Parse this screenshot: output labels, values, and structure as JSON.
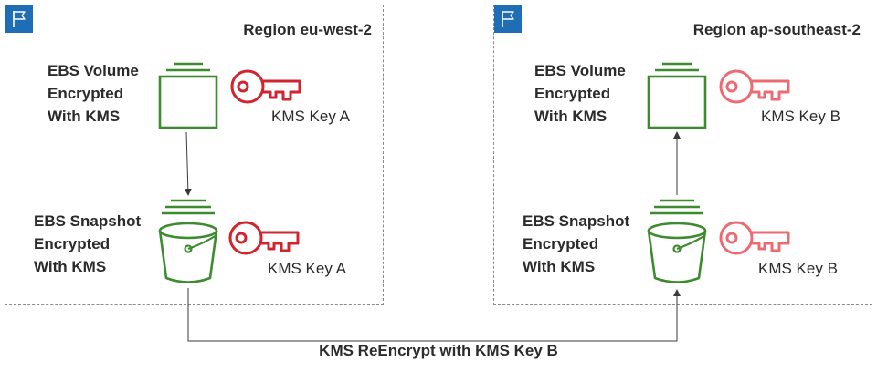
{
  "regions": [
    {
      "title": "Region eu-west-2",
      "volume": {
        "lines": [
          "EBS Volume",
          "Encrypted",
          "With KMS"
        ],
        "key_label": "KMS Key A"
      },
      "snapshot": {
        "lines": [
          "EBS Snapshot",
          "Encrypted",
          "With KMS"
        ],
        "key_label": "KMS Key A"
      }
    },
    {
      "title": "Region ap-southeast-2",
      "volume": {
        "lines": [
          "EBS Volume",
          "Encrypted",
          "With KMS"
        ],
        "key_label": "KMS Key B"
      },
      "snapshot": {
        "lines": [
          "EBS Snapshot",
          "Encrypted",
          "With KMS"
        ],
        "key_label": "KMS Key B"
      }
    }
  ],
  "caption": "KMS ReEncrypt with KMS Key B",
  "icons": {
    "region": "flag-icon",
    "volume": "ebs-volume-icon",
    "snapshot": "ebs-snapshot-bucket-icon",
    "key": "kms-key-icon"
  },
  "colors": {
    "region_badge": "#1f6eb5",
    "resource_green": "#3d8b2f",
    "key_a_red": "#d0242f",
    "key_b_red": "#ec6b72",
    "border": "#8a8a8a",
    "text": "#2b2b2b"
  }
}
